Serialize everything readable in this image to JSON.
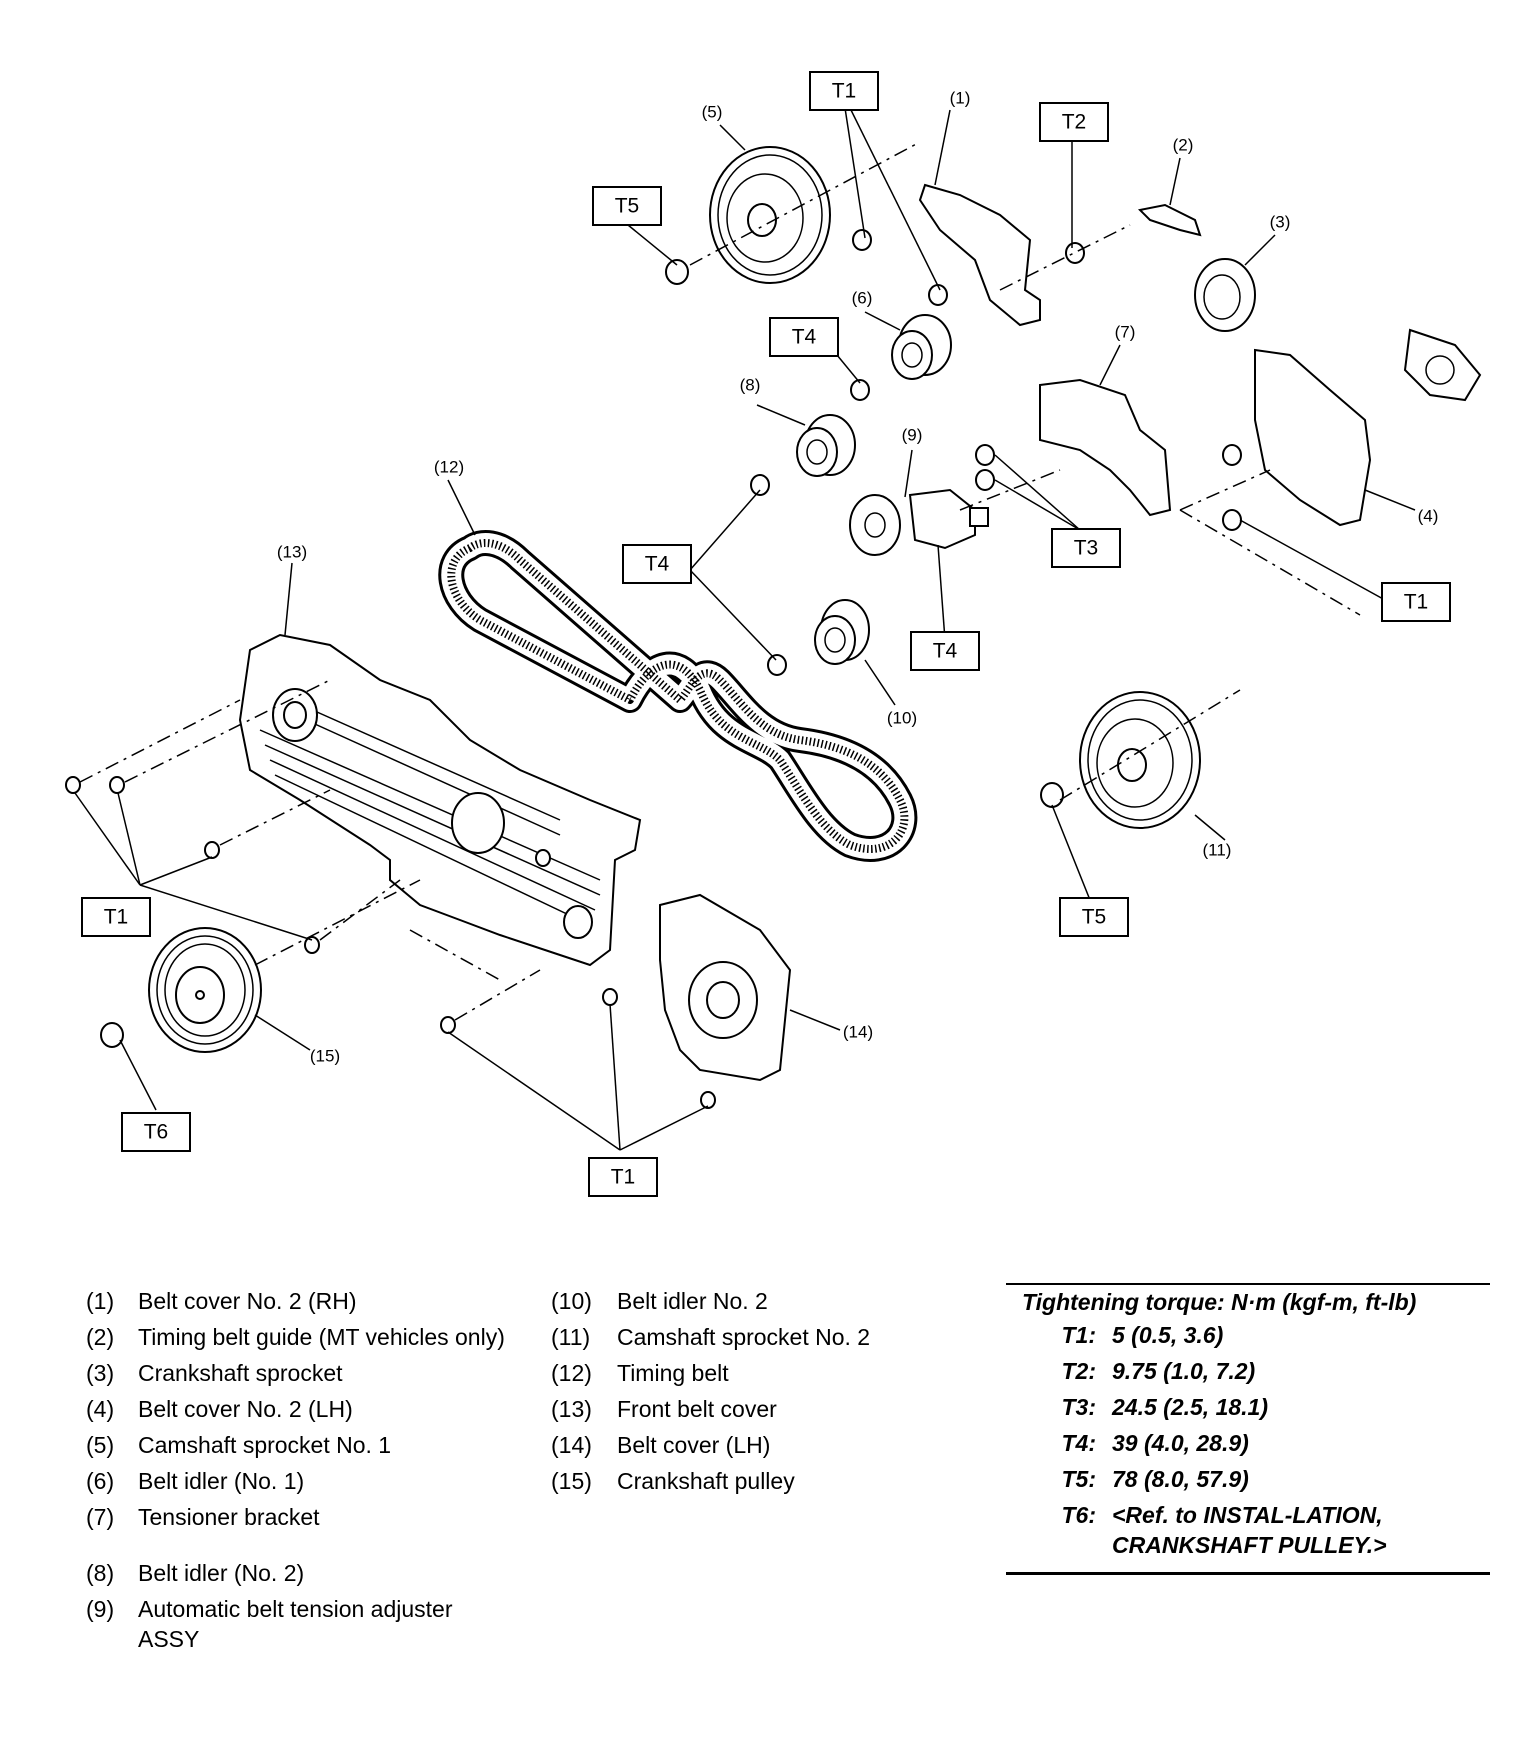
{
  "torque_labels": [
    "T1",
    "T2",
    "T3",
    "T4",
    "T5",
    "T6"
  ],
  "part_numbers": [
    "(1)",
    "(2)",
    "(3)",
    "(4)",
    "(5)",
    "(6)",
    "(7)",
    "(8)",
    "(9)",
    "(10)",
    "(11)",
    "(12)",
    "(13)",
    "(14)",
    "(15)"
  ],
  "legend_col1": [
    {
      "num": "(1)",
      "text": "Belt cover No. 2 (RH)"
    },
    {
      "num": "(2)",
      "text": "Timing belt guide (MT vehicles only)"
    },
    {
      "num": "(3)",
      "text": "Crankshaft sprocket"
    },
    {
      "num": "(4)",
      "text": "Belt cover No. 2 (LH)"
    },
    {
      "num": "(5)",
      "text": "Camshaft sprocket No. 1"
    },
    {
      "num": "(6)",
      "text": "Belt idler (No. 1)"
    },
    {
      "num": "(7)",
      "text": "Tensioner bracket"
    },
    {
      "num": "(8)",
      "text": "Belt idler (No. 2)"
    },
    {
      "num": "(9)",
      "text": "Automatic belt tension adjuster ASSY"
    }
  ],
  "legend_col2": [
    {
      "num": "(10)",
      "text": "Belt idler No. 2"
    },
    {
      "num": "(11)",
      "text": "Camshaft sprocket No. 2"
    },
    {
      "num": "(12)",
      "text": "Timing belt"
    },
    {
      "num": "(13)",
      "text": "Front belt cover"
    },
    {
      "num": "(14)",
      "text": "Belt cover (LH)"
    },
    {
      "num": "(15)",
      "text": "Crankshaft pulley"
    }
  ],
  "torque_table": {
    "header": "Tightening torque: N·m (kgf-m, ft-lb)",
    "rows": [
      {
        "key": "T1:",
        "value": "5 (0.5, 3.6)"
      },
      {
        "key": "T2:",
        "value": "9.75 (1.0, 7.2)"
      },
      {
        "key": "T3:",
        "value": "24.5 (2.5, 18.1)"
      },
      {
        "key": "T4:",
        "value": "39 (4.0, 28.9)"
      },
      {
        "key": "T5:",
        "value": "78 (8.0, 57.9)"
      },
      {
        "key": "T6:",
        "value": "<Ref. to INSTAL-LATION, CRANKSHAFT PULLEY.>"
      }
    ]
  }
}
